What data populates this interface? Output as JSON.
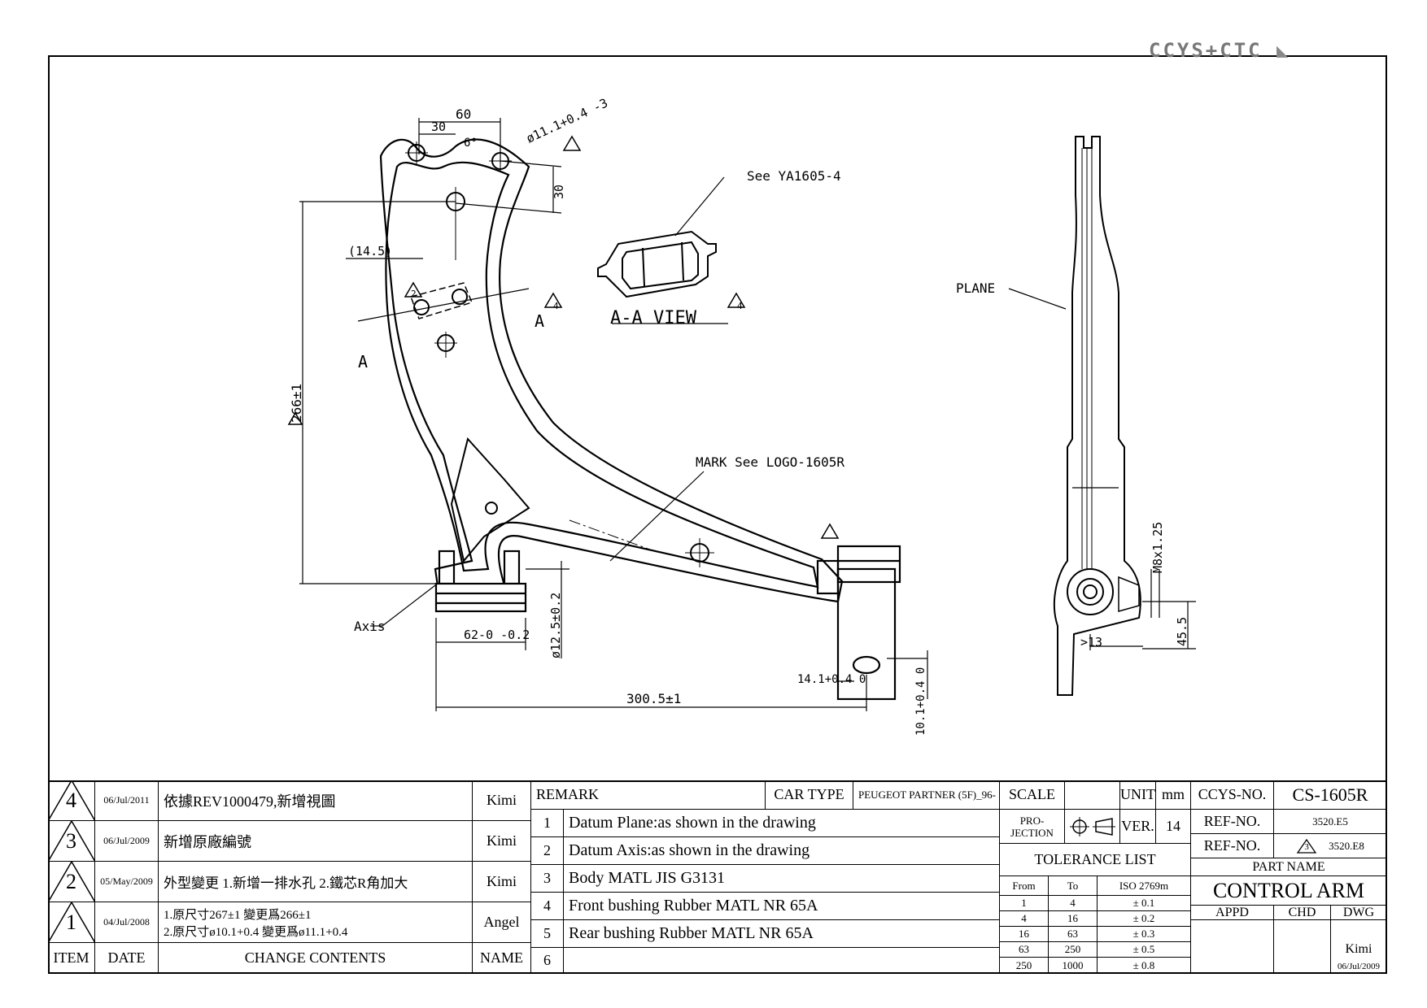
{
  "logo": {
    "text": "CCYS+CTC"
  },
  "drawing": {
    "dims": {
      "d60": "60",
      "d30_top": "30",
      "d6deg": "6°",
      "hole_dia": "ø11.1+0.4 -3",
      "d30_side": "30",
      "d14_5": "(14.5)",
      "d266": "266±1",
      "d62": "62-0 -0.2",
      "d12_5": "ø12.5±0.2",
      "d300_5": "300.5±1",
      "d14_1": "14.1+0.4 0",
      "d10_1": "10.1+0.4 0",
      "m8": "M8x1.25",
      "d45_5": "45.5",
      "d13": ">13"
    },
    "labels": {
      "see_ya": "See YA1605-4",
      "aa_view": "A-A VIEW",
      "section_a_left": "A",
      "section_a_right": "A",
      "mark_logo": "MARK See LOGO-1605R",
      "axis": "Axis",
      "plane": "PLANE"
    },
    "rev_flags": {
      "r4": "4",
      "r2": "2"
    }
  },
  "revisions": [
    {
      "item": "4",
      "date": "06/Jul/2011",
      "change": "依據REV1000479,新增視圖",
      "name": "Kimi"
    },
    {
      "item": "3",
      "date": "06/Jul/2009",
      "change": "新增原廠編號",
      "name": "Kimi"
    },
    {
      "item": "2",
      "date": "05/May/2009",
      "change": "外型變更 1.新增一排水孔 2.鐵芯R角加大",
      "name": "Kimi"
    },
    {
      "item": "1",
      "date": "04/Jul/2008",
      "change_line1": "1.原尺寸267±1 變更爲266±1",
      "change_line2": "2.原尺寸ø10.1+0.4 變更爲ø11.1+0.4",
      "name": "Angel"
    }
  ],
  "rev_headers": {
    "item": "ITEM",
    "date": "DATE",
    "change": "CHANGE CONTENTS",
    "name": "NAME"
  },
  "remarks": {
    "header": "REMARK",
    "car_type_label": "CAR TYPE",
    "car_type_value": "PEUGEOT PARTNER (5F)_96-",
    "items": [
      {
        "no": "1",
        "text": "Datum Plane:as shown in the drawing"
      },
      {
        "no": "2",
        "text": "Datum Axis:as shown in the drawing"
      },
      {
        "no": "3",
        "text": "Body MATL JIS G3131"
      },
      {
        "no": "4",
        "text": "Front bushing Rubber MATL NR 65A"
      },
      {
        "no": "5",
        "text": "Rear bushing Rubber MATL NR 65A"
      },
      {
        "no": "6",
        "text": ""
      }
    ]
  },
  "specs": {
    "scale_label": "SCALE",
    "scale_value": "",
    "unit_label": "UNIT",
    "unit_value": "mm",
    "projection_label": "PRO- JECTION",
    "ver_label": "VER.",
    "ver_value": "14",
    "tolerance_title": "TOLERANCE LIST",
    "tol_headers": {
      "from": "From",
      "to": "To",
      "iso": "ISO 2769m"
    },
    "tolerances": [
      {
        "from": "1",
        "to": "4",
        "tol": "± 0.1"
      },
      {
        "from": "4",
        "to": "16",
        "tol": "± 0.2"
      },
      {
        "from": "16",
        "to": "63",
        "tol": "± 0.3"
      },
      {
        "from": "63",
        "to": "250",
        "tol": "± 0.5"
      },
      {
        "from": "250",
        "to": "1000",
        "tol": "± 0.8"
      }
    ]
  },
  "partinfo": {
    "ccys_label": "CCYS-NO.",
    "ccys_value": "CS-1605R",
    "ref1_label": "REF-NO.",
    "ref1_value": "3520.E5",
    "ref2_label": "REF-NO.",
    "ref2_flag": "3",
    "ref2_value": "3520.E8",
    "part_name_label": "PART NAME",
    "part_name": "CONTROL ARM",
    "appd": "APPD",
    "chd": "CHD",
    "dwg": "DWG",
    "drawn_by": "Kimi",
    "drawn_date": "06/Jul/2009"
  }
}
